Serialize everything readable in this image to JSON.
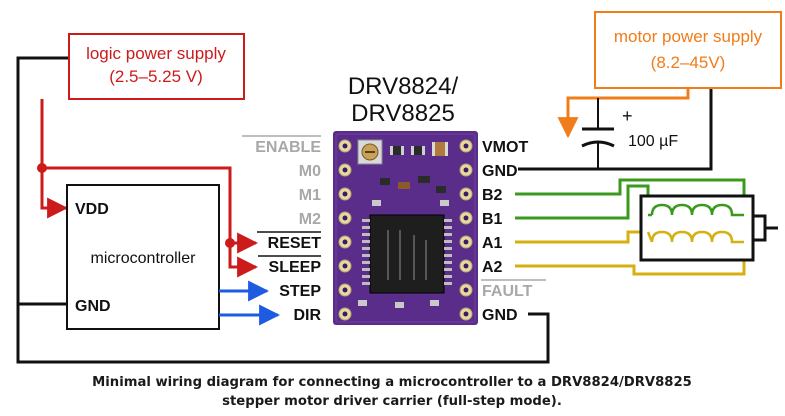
{
  "logic_supply": {
    "title": "logic power supply",
    "range": "(2.5–5.25 V)"
  },
  "motor_supply": {
    "title": "motor power supply",
    "range": "(8.2–45V)"
  },
  "board_title": {
    "line1": "DRV8824/",
    "line2": "DRV8825"
  },
  "microcontroller": {
    "label": "microcontroller",
    "pin_vdd": "VDD",
    "pin_gnd": "GND"
  },
  "left_pins": [
    {
      "label": "ENABLE",
      "overbar": true,
      "active": false
    },
    {
      "label": "M0",
      "overbar": false,
      "active": false
    },
    {
      "label": "M1",
      "overbar": false,
      "active": false
    },
    {
      "label": "M2",
      "overbar": false,
      "active": false
    },
    {
      "label": "RESET",
      "overbar": true,
      "active": true
    },
    {
      "label": "SLEEP",
      "overbar": true,
      "active": true
    },
    {
      "label": "STEP",
      "overbar": false,
      "active": true
    },
    {
      "label": "DIR",
      "overbar": false,
      "active": true
    }
  ],
  "right_pins": [
    {
      "label": "VMOT",
      "overbar": false,
      "active": true
    },
    {
      "label": "GND",
      "overbar": false,
      "active": true
    },
    {
      "label": "B2",
      "overbar": false,
      "active": true
    },
    {
      "label": "B1",
      "overbar": false,
      "active": true
    },
    {
      "label": "A1",
      "overbar": false,
      "active": true
    },
    {
      "label": "A2",
      "overbar": false,
      "active": true
    },
    {
      "label": "FAULT",
      "overbar": true,
      "active": false
    },
    {
      "label": "GND",
      "overbar": false,
      "active": true
    }
  ],
  "capacitor": {
    "label": "100 µF",
    "polarity": "+"
  },
  "caption": {
    "line1": "Minimal wiring diagram for connecting a microcontroller to a DRV8824/DRV8825",
    "line2": "stepper motor driver carrier (full-step mode)."
  },
  "colors": {
    "logic": "#cc1b1b",
    "motor_supply": "#f07c1a",
    "control": "#1e5be0",
    "coil_b": "#3a9a1e",
    "coil_a": "#d4b012",
    "ground": "#111111",
    "board": "#5a2d8a"
  }
}
